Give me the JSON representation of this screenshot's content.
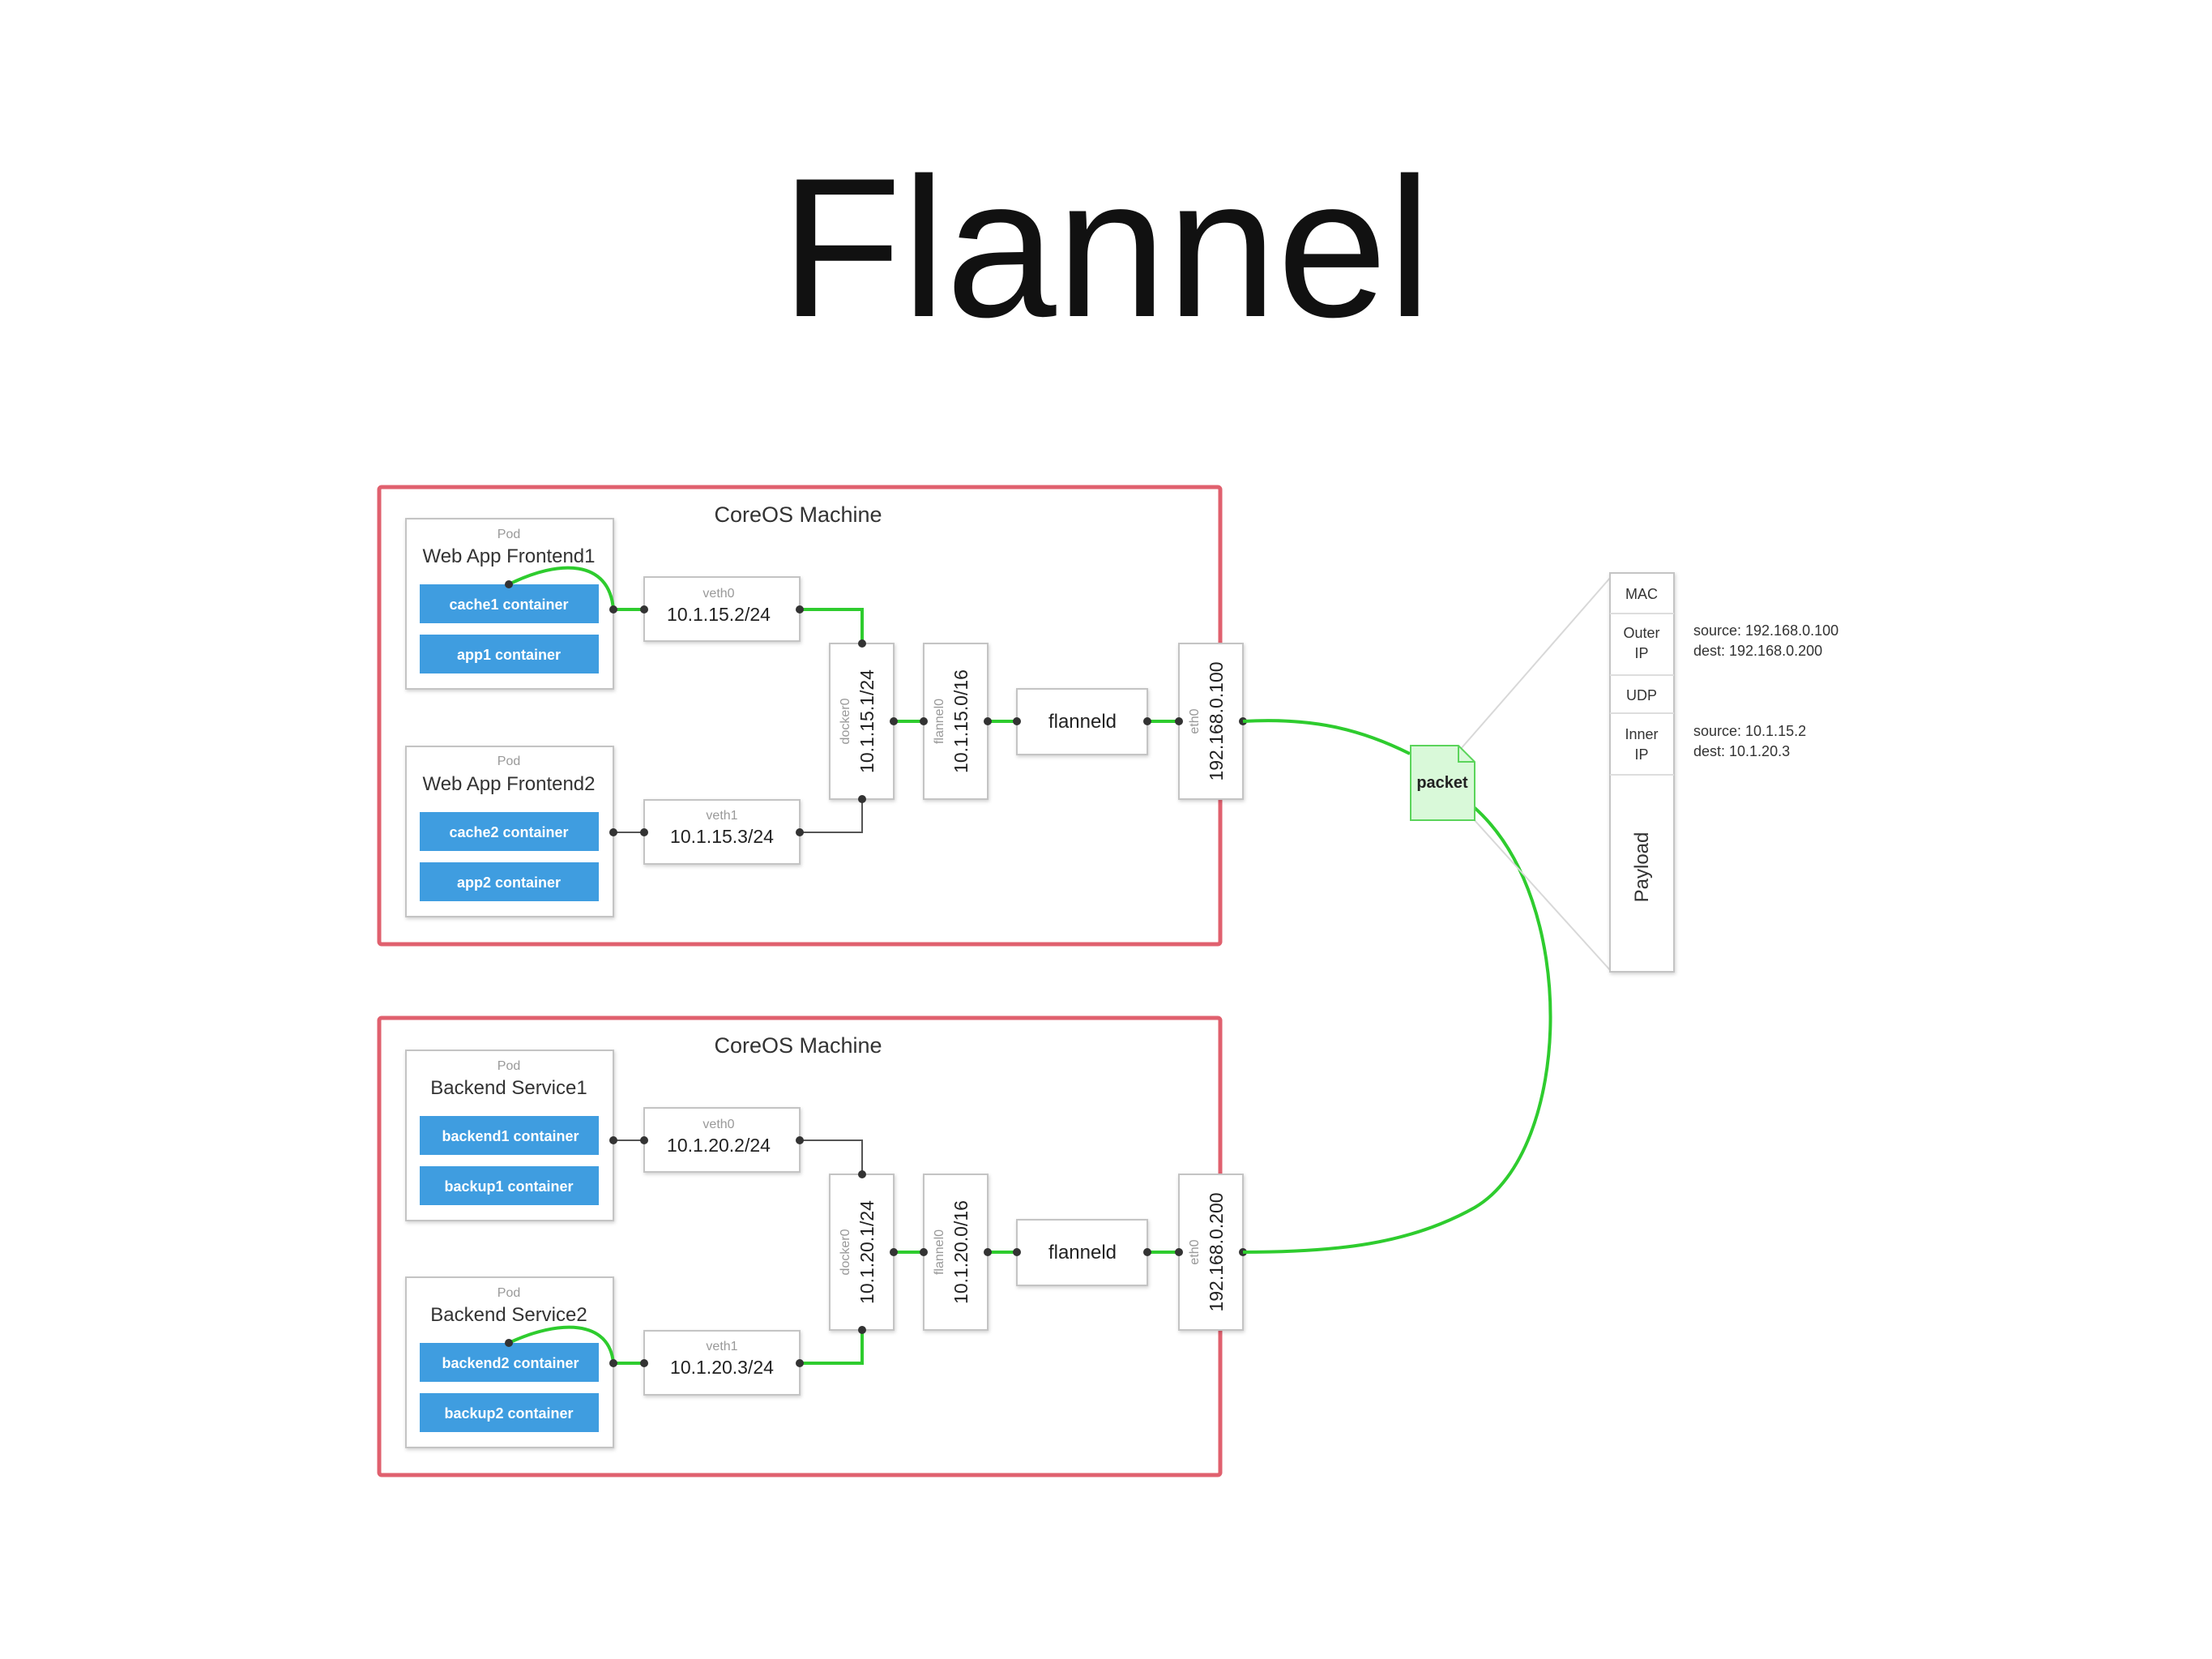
{
  "title": "Flannel",
  "colors": {
    "machine_border": "#e0606e",
    "container_fill": "#3f9de0",
    "flow_green": "#2ecc2e",
    "box_border": "#c4c4c4",
    "packet_fill": "#d9f9d9"
  },
  "machines": [
    {
      "label": "CoreOS Machine",
      "pods": [
        {
          "tag": "Pod",
          "name": "Web App Frontend1",
          "containers": [
            "cache1 container",
            "app1 container"
          ]
        },
        {
          "tag": "Pod",
          "name": "Web App Frontend2",
          "containers": [
            "cache2 container",
            "app2 container"
          ]
        }
      ],
      "veth": [
        {
          "name": "veth0",
          "ip": "10.1.15.2/24"
        },
        {
          "name": "veth1",
          "ip": "10.1.15.3/24"
        }
      ],
      "docker": {
        "name": "docker0",
        "ip": "10.1.15.1/24"
      },
      "flannel": {
        "name": "flannel0",
        "ip": "10.1.15.0/16"
      },
      "daemon": "flanneld",
      "eth": {
        "name": "eth0",
        "ip": "192.168.0.100"
      }
    },
    {
      "label": "CoreOS Machine",
      "pods": [
        {
          "tag": "Pod",
          "name": "Backend Service1",
          "containers": [
            "backend1 container",
            "backup1 container"
          ]
        },
        {
          "tag": "Pod",
          "name": "Backend Service2",
          "containers": [
            "backend2 container",
            "backup2 container"
          ]
        }
      ],
      "veth": [
        {
          "name": "veth0",
          "ip": "10.1.20.2/24"
        },
        {
          "name": "veth1",
          "ip": "10.1.20.3/24"
        }
      ],
      "docker": {
        "name": "docker0",
        "ip": "10.1.20.1/24"
      },
      "flannel": {
        "name": "flannel0",
        "ip": "10.1.20.0/16"
      },
      "daemon": "flanneld",
      "eth": {
        "name": "eth0",
        "ip": "192.168.0.200"
      }
    }
  ],
  "packet": {
    "label": "packet",
    "headers": [
      {
        "label": "MAC"
      },
      {
        "label": "Outer IP",
        "lines": [
          "Outer",
          "IP"
        ],
        "notes": [
          "source: 192.168.0.100",
          "dest: 192.168.0.200"
        ]
      },
      {
        "label": "UDP"
      },
      {
        "label": "Inner IP",
        "lines": [
          "Inner",
          "IP"
        ],
        "notes": [
          "source: 10.1.15.2",
          "dest: 10.1.20.3"
        ]
      },
      {
        "label": "Payload"
      }
    ]
  }
}
